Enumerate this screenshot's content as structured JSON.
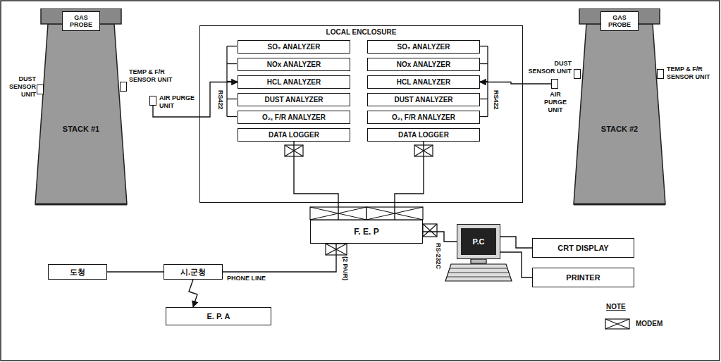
{
  "diagram": {
    "nodes": [
      {
        "text": [
          "STACK #1"
        ]
      },
      {
        "text": [
          "GAS PROBE"
        ],
        "in": 0
      },
      {
        "text": [
          "DUST SENSOR UNIT"
        ]
      },
      {
        "text": [
          "TEMP & F/R SENSOR UNIT"
        ]
      },
      {
        "text": [
          "AIR PURGE UNIT"
        ]
      },
      {
        "text": [
          "LOCAL ENCLOSURE"
        ]
      },
      {
        "text": [
          "SO₂ ANALYZER"
        ],
        "in": 5
      },
      {
        "text": [
          "NOx ANALYZER"
        ],
        "in": 5
      },
      {
        "text": [
          "HCL ANALYZER"
        ],
        "in": 5
      },
      {
        "text": [
          "DUST ANALYZER"
        ],
        "in": 5
      },
      {
        "text": [
          "O₂, F/R ANALYZER"
        ],
        "in": 5
      },
      {
        "text": [
          "DATA LOGGER"
        ],
        "in": 5
      },
      {
        "text": [
          "SO₂ ANALYZER"
        ],
        "in": 5
      },
      {
        "text": [
          "NOx ANALYZER"
        ],
        "in": 5
      },
      {
        "text": [
          "HCL ANALYZER"
        ],
        "in": 5
      },
      {
        "text": [
          "DUST ANALYZER"
        ],
        "in": 5
      },
      {
        "text": [
          "O₂, F/R ANALYZER"
        ],
        "in": 5
      },
      {
        "text": [
          "DATA LOGGER"
        ],
        "in": 5
      },
      {
        "text": [
          "STACK #2"
        ]
      },
      {
        "text": [
          "GAS PROBE"
        ],
        "in": 18
      },
      {
        "text": [
          "DUST SENSOR UNIT"
        ]
      },
      {
        "text": [
          "TEMP & F/R SENSOR UNIT"
        ]
      },
      {
        "text": [
          "AIR PURGE UNIT"
        ]
      },
      {
        "text": [
          "F. E. P"
        ]
      },
      {
        "text": [
          "P.C"
        ]
      },
      {
        "text": [
          "CRT DISPLAY"
        ]
      },
      {
        "text": [
          "PRINTER"
        ]
      },
      {
        "text": [
          "도청"
        ]
      },
      {
        "text": [
          "시.군청"
        ]
      },
      {
        "text": [
          "E. P. A"
        ]
      }
    ],
    "edges": [
      {
        "from": 4,
        "to": 8,
        "arrow": "to"
      },
      {
        "from": 22,
        "to": 14,
        "arrow": "to"
      },
      {
        "from": 11,
        "to": 23,
        "arrow": "none"
      },
      {
        "from": 17,
        "to": 23,
        "arrow": "none"
      },
      {
        "from": 23,
        "to": 24,
        "arrow": "none"
      },
      {
        "from": 24,
        "to": 25,
        "arrow": "none"
      },
      {
        "from": 24,
        "to": 26,
        "arrow": "none"
      },
      {
        "from": 27,
        "to": 28,
        "arrow": "none"
      },
      {
        "from": 28,
        "to": 29,
        "arrow": "to"
      },
      {
        "from": 23,
        "to": 28,
        "arrow": "none"
      }
    ],
    "labels": [
      "RS422",
      "RS422",
      "PHONE LINE",
      "(2 PAIR)",
      "RS-232C",
      "NOTE"
    ],
    "legend": [
      {
        "text": "MODEM"
      }
    ]
  }
}
